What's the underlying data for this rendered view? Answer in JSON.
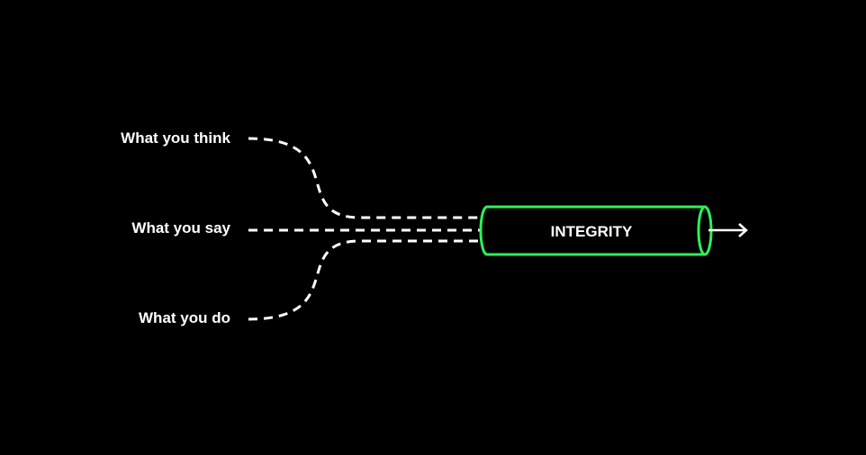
{
  "inputs": [
    {
      "label": "What you think"
    },
    {
      "label": "What you say"
    },
    {
      "label": "What you do"
    }
  ],
  "pipe": {
    "label": "INTEGRITY"
  },
  "colors": {
    "background": "#000000",
    "text": "#ffffff",
    "dashed_lines": "#ffffff",
    "pipe_outline": "#2cf05a",
    "arrow": "#ffffff"
  },
  "icons": {
    "output_arrow": "arrow-right-icon"
  }
}
